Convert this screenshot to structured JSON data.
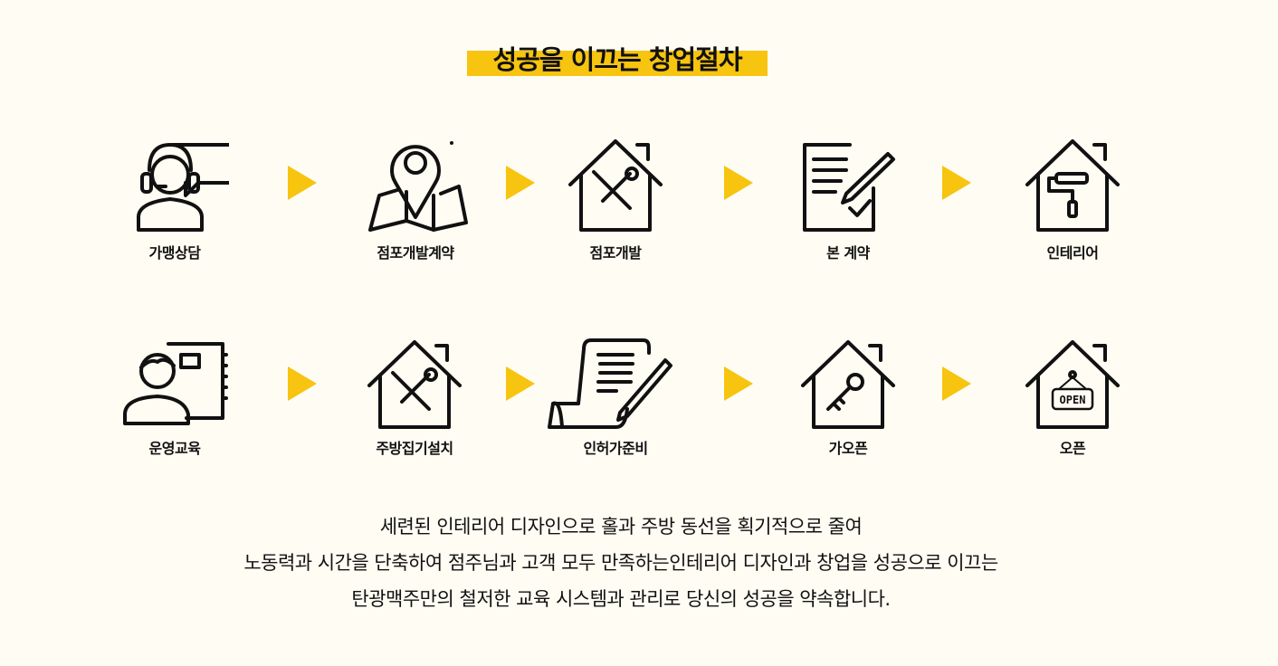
{
  "title": "성공을 이끄는 창업절차",
  "steps_row1": [
    {
      "label": "가맹상담",
      "icon": "headset-consultant-icon"
    },
    {
      "label": "점포개발계약",
      "icon": "map-pin-icon"
    },
    {
      "label": "점포개발",
      "icon": "house-tools-icon"
    },
    {
      "label": "본 계약",
      "icon": "contract-pen-icon"
    },
    {
      "label": "인테리어",
      "icon": "house-paint-roller-icon"
    }
  ],
  "steps_row2": [
    {
      "label": "운영교육",
      "icon": "person-manual-icon"
    },
    {
      "label": "주방집기설치",
      "icon": "house-tools-icon"
    },
    {
      "label": "인허가준비",
      "icon": "scroll-pen-icon"
    },
    {
      "label": "가오픈",
      "icon": "house-key-icon"
    },
    {
      "label": "오픈",
      "icon": "house-open-sign-icon",
      "sign": "OPEN"
    }
  ],
  "description": [
    "세련된 인테리어 디자인으로 홀과 주방 동선을 획기적으로 줄여",
    "노동력과 시간을 단축하여 점주님과 고객 모두 만족하는인테리어 디자인과 창업을 성공으로 이끄는",
    "탄광맥주만의 철저한 교육 시스템과 관리로 당신의 성공을 약속합니다."
  ],
  "colors": {
    "accent": "#f7c40f",
    "background": "#fffcf3"
  }
}
